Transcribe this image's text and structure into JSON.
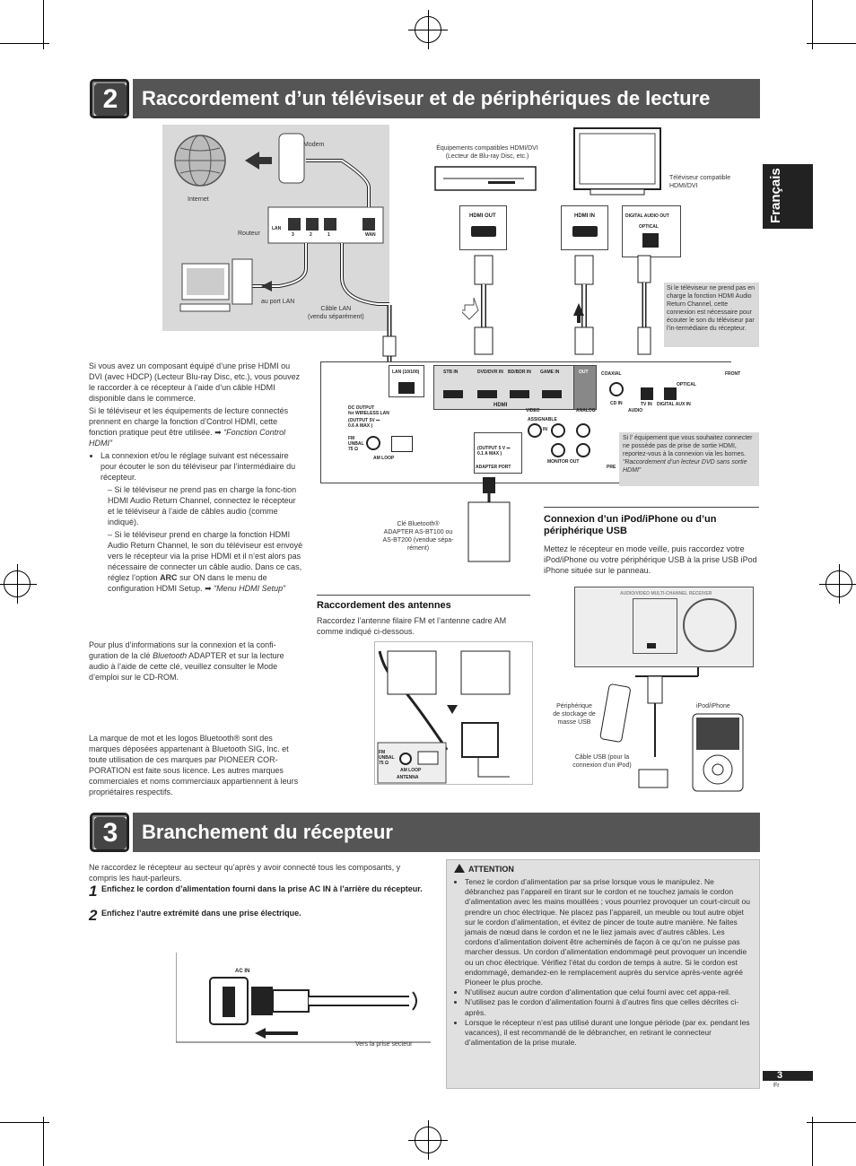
{
  "section2": {
    "number": "2",
    "title": "Raccordement d’un téléviseur et de périphériques de lecture"
  },
  "lang_tab": "Français",
  "diagram_top": {
    "modem": "Modem",
    "internet": "Internet",
    "routeur": "Routeur",
    "lan": "LAN",
    "wan": "WAN",
    "port_nums": [
      "3",
      "2",
      "1"
    ],
    "au_port_lan": "au port LAN",
    "cable_lan": "Câble LAN\n(vendu séparément)",
    "equip_hdmi": "Équipements compatibles HDMI/DVI\n(Lecteur de Blu-ray Disc, etc.)",
    "tv_compat": "Téléviseur compatible\nHDMI/DVI",
    "hdmi_out": "HDMI OUT",
    "hdmi_in": "HDMI IN",
    "digital_audio_out": "DIGITAL AUDIO OUT",
    "optical": "OPTICAL",
    "note_optical": "Si le téléviseur ne prend pas en charge la fonction HDMI Audio Return Channel, cette connexion est nécessaire pour écouter le son du téléviseur par l’in-termédiaire du récepteur.",
    "panel": {
      "lan_port": "LAN (10/100)",
      "stb_in": "STB IN",
      "dvd_dvr_in": "DVD/DVR IN",
      "bd_bdr_in": "BD/BDR IN",
      "game_in": "GAME IN",
      "out": "OUT",
      "coaxial": "COAXIAL",
      "cd_in": "CD IN",
      "optical": "OPTICAL",
      "tv_in": "TV IN",
      "digital_aux_in": "DIGITAL AUX IN",
      "hdmi": "HDMI",
      "video": "VIDEO",
      "assignable": "ASSIGNABLE",
      "analog": "ANALOG",
      "audio": "AUDIO",
      "in": "IN",
      "monitor_out": "MONITOR OUT",
      "dc_output": "DC OUTPUT\nfor WIRELESS LAN",
      "dc_output_val": "(OUTPUT 5V ⎓\n0.6 A MAX )",
      "fm_unbal": "FM\nUNBAL\n75 Ω",
      "am_loop": "AM LOOP",
      "adapter_output": "(OUTPUT 5 V ⎓\n0.1 A MAX )",
      "adapter_port": "ADAPTER PORT",
      "front": "FRONT",
      "pre": "PRE"
    },
    "note_dvd": "Si l’ équipement que vous souhaitez connecter ne possède pas de prise de sortie HDMI, reportez-vous à la connexion via les bornes.",
    "note_dvd_ref": "“Raccordement d’un lecteur DVD sans sortie HDMI”",
    "cle_bt": "Clé Bluetooth®\nADAPTER AS-BT100 ou\nAS-BT200 (vendue sépa-\nrément)"
  },
  "left_col": {
    "p1": "Si vous avez un composant équipé d’une prise HDMI ou DVI (avec HDCP) (Lecteur Blu-ray Disc, etc.), vous pouvez le raccorder à ce récepteur à l’aide d’un câble HDMI disponible dans le commerce.",
    "p2": "Si le téléviseur et les équipements de lecture connectés prennent en charge la fonction d’Control HDMI, cette fonction pratique peut être utilisée.",
    "p2_ref": "“Fonction Control HDMI”",
    "b1": "La connexion et/ou le réglage suivant est nécessaire pour écouter le son du téléviseur par l’intermédiaire du récepteur.",
    "d1": "Si le téléviseur ne prend pas en charge la fonc-tion HDMI Audio Return Channel, connectez le récepteur et le téléviseur à l’aide de câbles audio (comme indiqué).",
    "d2_a": "Si le téléviseur prend en charge la fonction HDMI Audio Return Channel, le son du téléviseur est envoyé vers le récepteur via la prise HDMI et il n’est alors pas nécessaire de connecter un câble audio. Dans ce cas, réglez l’option",
    "d2_arc": "ARC",
    "d2_b": "sur ON dans le menu de configuration HDMI Setup.",
    "d2_ref": "“Menu HDMI Setup”",
    "p3_a": "Pour plus d’informations sur la connexion et la confi-guration de la clé",
    "p3_bt": "Bluetooth",
    "p3_b": "ADAPTER et sur la lecture audio à l’aide de cette clé, veuillez consulter le Mode d’emploi sur le CD-ROM.",
    "p4": "La marque de mot et les logos Bluetooth® sont des marques déposées appartenant à Bluetooth SIG, Inc. et toute utilisation de ces marques par PIONEER COR-PORATION est faite sous licence. Les autres marques commerciales et noms commerciaux appartiennent à leurs propriétaires respectifs."
  },
  "antennas": {
    "heading": "Raccordement des antennes",
    "text": "Raccordez l’antenne filaire FM et l’antenne cadre AM comme indiqué ci-dessous.",
    "fm": "FM\nUNBAL\n75 Ω",
    "am_loop": "AM LOOP",
    "antenna": "ANTENNA"
  },
  "usb": {
    "heading": "Connexion d’un iPod/iPhone ou d’un périphérique USB",
    "text": "Mettez le récepteur en mode veille, puis raccordez votre iPod/iPhone ou votre périphérique USB à la prise USB iPod iPhone située sur le panneau.",
    "periph": "Périphérique\nde stockage de\nmasse USB",
    "ipod": "iPod/iPhone",
    "cable": "Câble USB (pour la\nconnexion d’un iPod)",
    "receiver_label": "AUDIO/VIDEO MULTI-CHANNEL RECEIVER"
  },
  "section3": {
    "number": "3",
    "title": "Branchement du récepteur",
    "intro": "Ne raccordez le récepteur au secteur qu’après y avoir connecté tous les composants, y compris les haut-parleurs.",
    "step1_num": "1",
    "step1": "Enfichez le cordon d’alimentation fourni dans la  prise AC IN à l’arrière du récepteur.",
    "step2_num": "2",
    "step2": "Enfichez l’autre extrémité dans une prise électrique.",
    "ac_in": "AC IN",
    "vers_prise": "Vers la prise secteur"
  },
  "attention": {
    "title": "ATTENTION",
    "items": [
      "Tenez le cordon d’alimentation par sa prise lorsque vous le manipulez. Ne débranchez pas l’appareil en tirant sur le cordon et ne touchez jamais le cordon d’alimentation avec les mains mouillées ; vous pourriez provoquer un court-circuit ou prendre un choc électrique. Ne placez pas l’appareil, un meuble ou tout autre objet sur le cordon d’alimentation, et évitez de pincer de toute autre manière. Ne faites jamais de nœud dans le cordon et ne le liez jamais avec d’autres câbles. Les cordons d’alimentation doivent être acheminés de façon à ce qu’on ne puisse pas marcher dessus. Un cordon d’alimentation endommagé peut provoquer un incendie ou un choc électrique. Vérifiez l’état du cordon de temps à autre. Si le cordon est endommagé, demandez-en le remplacement auprès du service après-vente agréé Pioneer le plus proche.",
      "N’utilisez aucun autre cordon d’alimentation que celui fourni avec cet appa-reil.",
      "N’utilisez pas le cordon d’alimentation fourni à d’autres fins que celles décrites ci-après.",
      "Lorsque le récepteur n’est pas utilisé durant une longue période (par ex. pendant les vacances), il est recommandé de le débrancher, en retirant le connecteur d’alimentation de la prise murale."
    ]
  },
  "footer": {
    "page": "3",
    "lang": "Fr"
  }
}
